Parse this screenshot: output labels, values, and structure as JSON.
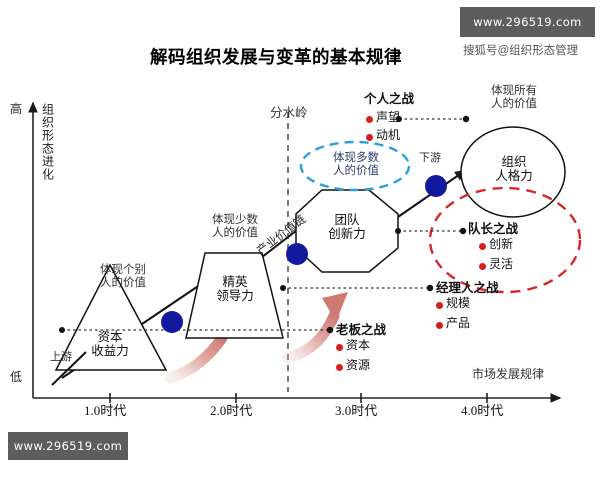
{
  "title": "解码组织发展与变革的基本规律",
  "watermarks": {
    "top_right": "www.296519.com",
    "bottom_left": "www.296519.com",
    "sohu_account": "搜狐号@组织形态管理"
  },
  "axes": {
    "y_label": "组织形态进化",
    "y_high": "高",
    "y_low": "低",
    "x_label": "市场发展规律",
    "x_ticks": [
      "1.0时代",
      "2.0时代",
      "3.0时代",
      "4.0时代"
    ]
  },
  "divider_label": "分水岭",
  "stream_labels": {
    "upstream": "上游",
    "downstream": "下游"
  },
  "value_chain_label": "产业价值链",
  "stages": [
    {
      "id": "stage-1",
      "shape": "triangle",
      "name": "资本\n收益力",
      "value_note": "体现个别\n人的价值"
    },
    {
      "id": "stage-2",
      "shape": "trapezoid",
      "name": "精英\n领导力",
      "value_note": "体现少数\n人的价值"
    },
    {
      "id": "stage-3",
      "shape": "octagon",
      "name": "团队\n创新力",
      "value_note": "体现多数\n人的价值"
    },
    {
      "id": "stage-4",
      "shape": "ellipse",
      "name": "组织\n人格力",
      "value_note": "体现所有\n人的价值"
    }
  ],
  "battles": [
    {
      "id": "boss",
      "title": "老板之战",
      "items": [
        "资本",
        "资源"
      ]
    },
    {
      "id": "manager",
      "title": "经理人之战",
      "items": [
        "规模",
        "产品"
      ]
    },
    {
      "id": "individual",
      "title": "个人之战",
      "items": [
        "声望",
        "动机"
      ]
    },
    {
      "id": "captain",
      "title": "队长之战",
      "items": [
        "创新",
        "灵活"
      ]
    }
  ],
  "colors": {
    "node_blue": "#12199c",
    "bullet_red": "#d91d1d",
    "dashed_blue": "#2b9fd9",
    "dashed_red": "#d6272a",
    "arrow_pink": "#d98d8d",
    "axis": "#222222",
    "watermark_bg": "#5d5d5d"
  }
}
